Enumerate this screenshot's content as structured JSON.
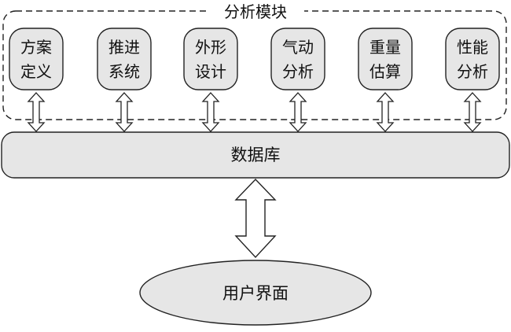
{
  "group_label": "分析模块",
  "modules": [
    {
      "line1": "方案",
      "line2": "定义"
    },
    {
      "line1": "推进",
      "line2": "系统"
    },
    {
      "line1": "外形",
      "line2": "设计"
    },
    {
      "line1": "气动",
      "line2": "分析"
    },
    {
      "line1": "重量",
      "line2": "估算"
    },
    {
      "line1": "性能",
      "line2": "分析"
    }
  ],
  "database_label": "数据库",
  "ui_label": "用户界面",
  "colors": {
    "box_fill": "#e6e6e6",
    "stroke": "#222222",
    "background": "#ffffff"
  }
}
